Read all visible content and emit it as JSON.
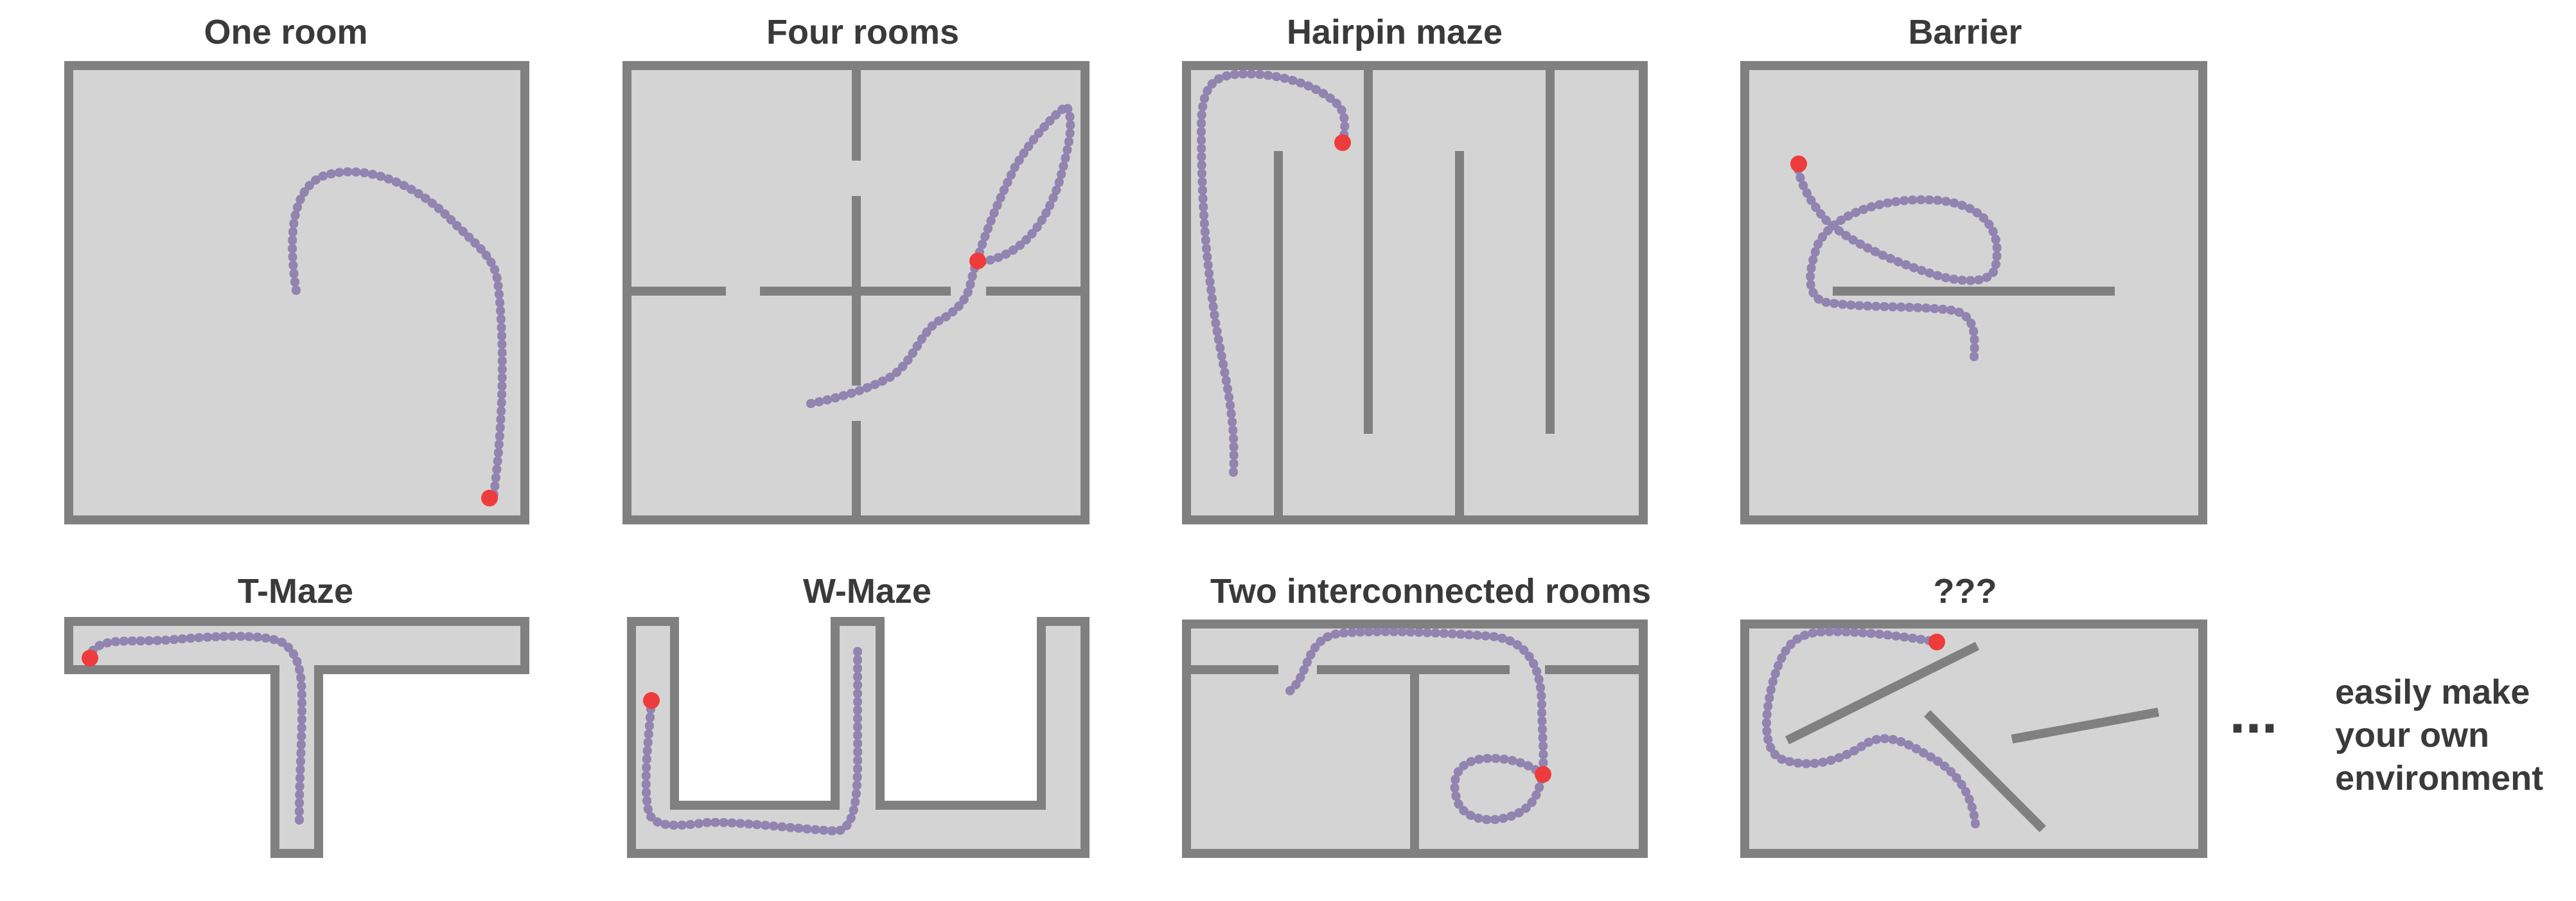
{
  "colors": {
    "floor": "#d4d4d4",
    "wall": "#808080",
    "trajectory": "#8a7bac",
    "agent": "#ee3b3b",
    "title_text": "#3a3a3a"
  },
  "panels": [
    {
      "id": "one-room",
      "title": "One room"
    },
    {
      "id": "four-rooms",
      "title": "Four rooms"
    },
    {
      "id": "hairpin-maze",
      "title": "Hairpin maze"
    },
    {
      "id": "barrier",
      "title": "Barrier"
    },
    {
      "id": "t-maze",
      "title": "T-Maze"
    },
    {
      "id": "w-maze",
      "title": "W-Maze"
    },
    {
      "id": "two-interconnected-rooms",
      "title": "Two interconnected rooms"
    },
    {
      "id": "unknown",
      "title": "???"
    }
  ],
  "note": {
    "ellipsis": "...",
    "lines": [
      "easily make",
      "your own",
      "environment"
    ]
  }
}
